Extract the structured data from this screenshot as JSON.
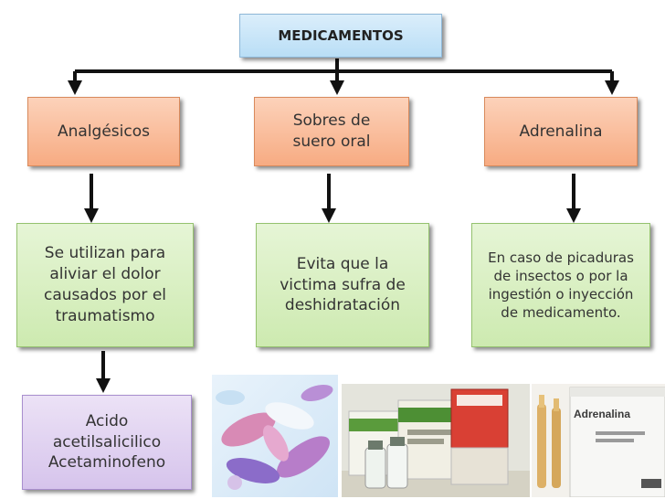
{
  "title": "MEDICAMENTOS",
  "categories": [
    {
      "name": "Analgésicos",
      "description": "Se utilizan para aliviar el dolor causados por el traumatismo",
      "examples": "Acido acetilsalicilico Acetaminofeno"
    },
    {
      "name": "Sobres de suero oral",
      "description": "Evita que la victima sufra de deshidratación"
    },
    {
      "name": "Adrenalina",
      "description": "En caso de picaduras de insectos o por la ingestión o inyección de medicamento."
    }
  ],
  "images": {
    "pills": "pills-photo",
    "oral_serum": "oral-serum-boxes-photo",
    "adrenaline": "adrenaline-ampoules-photo",
    "adrenaline_box_label": "Adrenalina"
  },
  "colors": {
    "title_box": "#cce6f8",
    "category_box": "#f9bd9c",
    "description_box": "#d8efc3",
    "example_box": "#e0d2f1",
    "connector": "#111111"
  }
}
